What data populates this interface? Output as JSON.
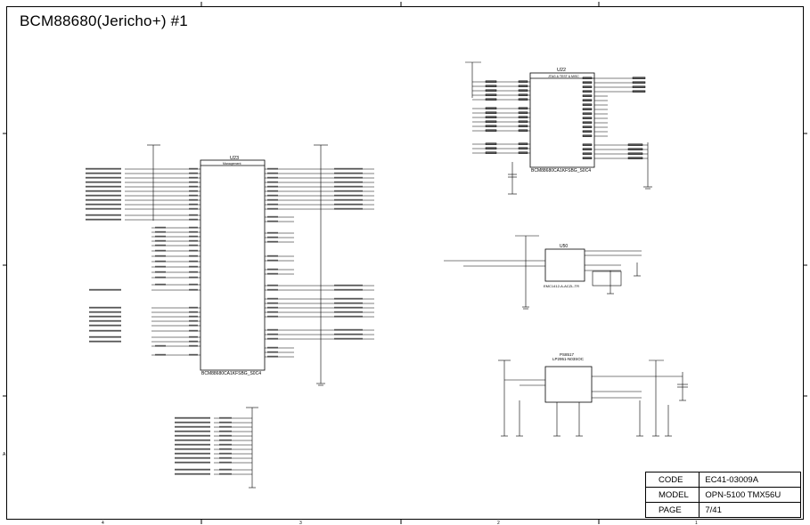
{
  "sheet": {
    "title": "BCM88680(Jericho+) #1",
    "grid_numbers": [
      "4",
      "3",
      "2",
      "1"
    ],
    "grid_letters": [
      "A"
    ]
  },
  "title_block": {
    "rows": [
      {
        "label": "CODE",
        "value": "EC41-03009A"
      },
      {
        "label": "MODEL",
        "value": "OPN-5100 TMX56U"
      },
      {
        "label": "PAGE",
        "value": "7/41"
      }
    ]
  },
  "components": {
    "u23_main": {
      "refdes": "U23",
      "header": "Management",
      "part": "BCM88680CA1KFSBG_S0C4"
    },
    "u22_jtag": {
      "refdes": "U22",
      "header": "JTAG & TEST & MISC",
      "part": "BCM88680CA1KFSBG_S0C4"
    },
    "thermal": {
      "refdes": "U50",
      "part": "EMC1412-A-ACZL-TR"
    },
    "regulator": {
      "refdes": "PS8517",
      "part": "LP2951-N03SOC"
    }
  },
  "colors": {
    "line": "#000000",
    "background": "#ffffff"
  }
}
